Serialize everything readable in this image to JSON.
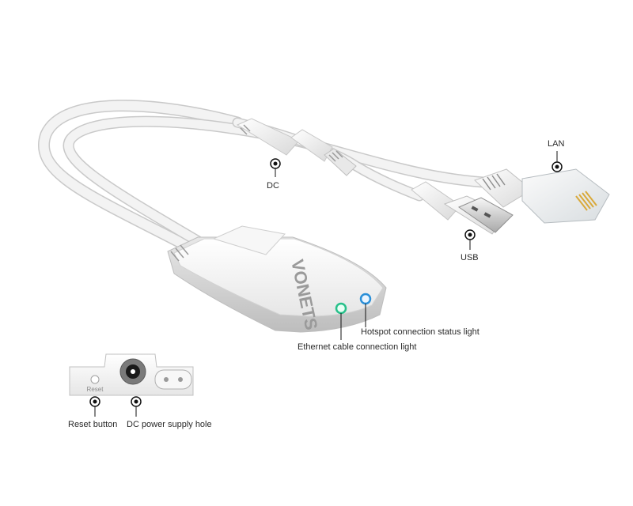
{
  "brand": "VONETS",
  "panel_text": {
    "reset": "Reset"
  },
  "callouts": {
    "lan": "LAN",
    "dc": "DC",
    "usb": "USB",
    "hotspot_light": "Hotspot connection status light",
    "ethernet_light": "Ethernet cable connection light",
    "reset_button": "Reset button",
    "dc_hole": "DC power supply hole"
  },
  "colors": {
    "ethernet_light": "#27c08a",
    "hotspot_light": "#2a8fd8",
    "device_body": "#f4f4f4",
    "cable": "#f1f1f1"
  },
  "icons": {
    "marker": "callout-dot-icon"
  }
}
